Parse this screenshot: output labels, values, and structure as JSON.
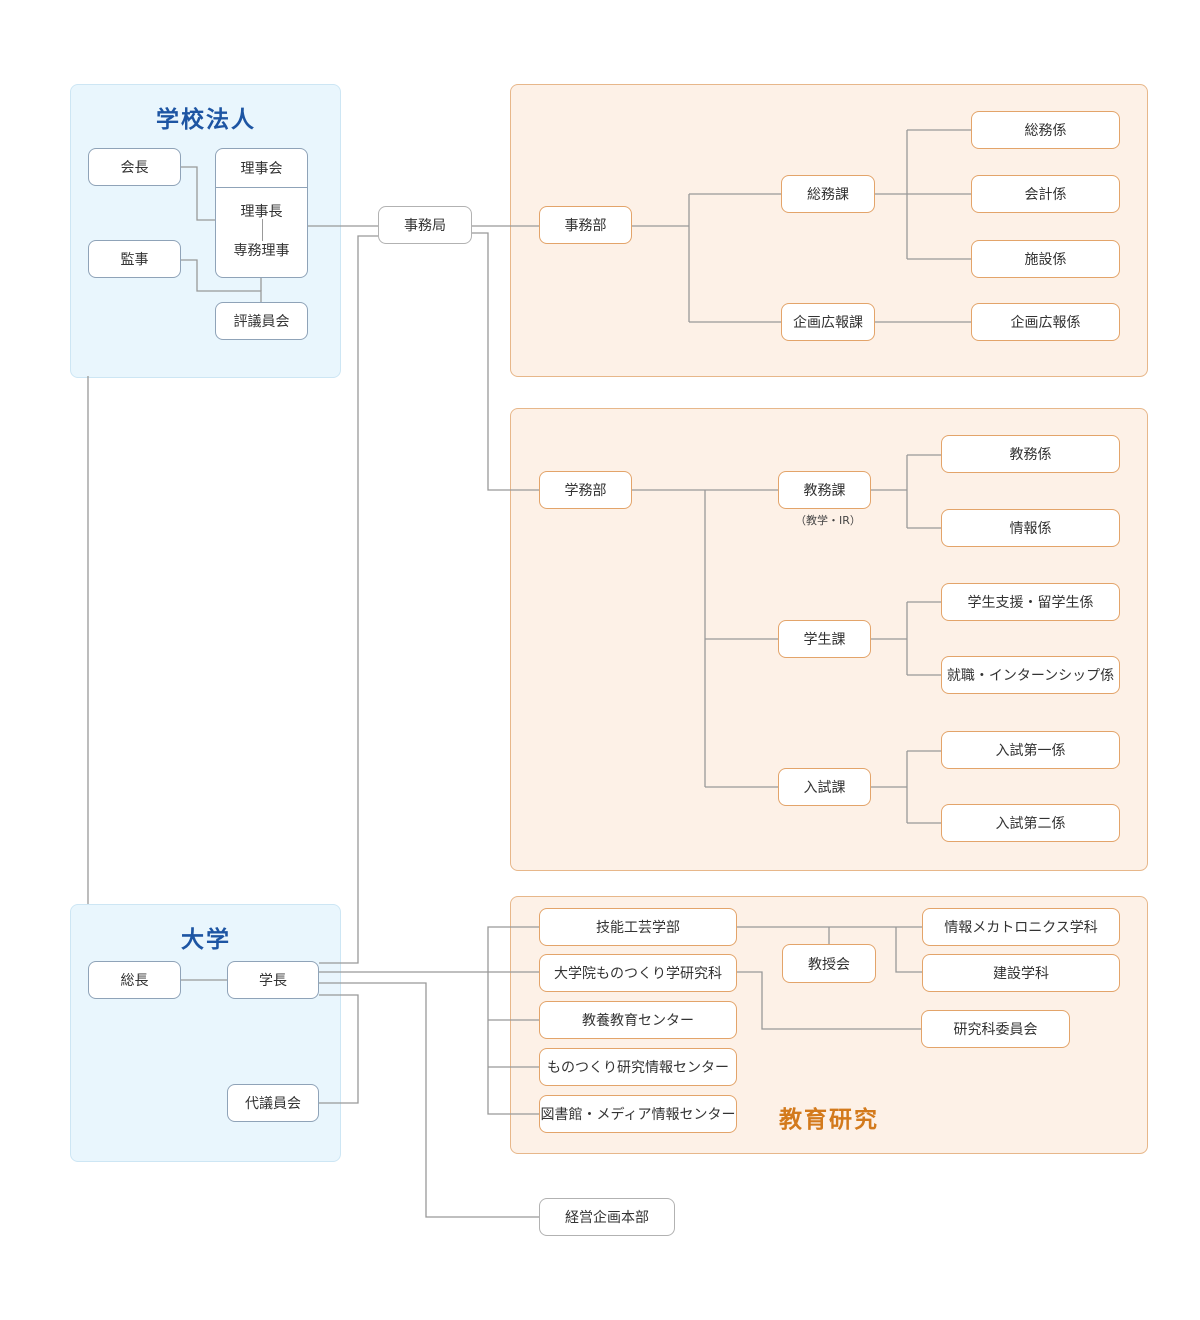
{
  "corporation": {
    "title": "学校法人",
    "chairman": "会長",
    "board": "理事会",
    "board_chair": "理事長",
    "executive_director": "専務理事",
    "auditor": "監事",
    "councillors": "評議員会"
  },
  "secretariat": "事務局",
  "general_affairs_dept": {
    "name": "事務部",
    "sections": [
      {
        "name": "総務課",
        "subs": [
          "総務係",
          "会計係",
          "施設係"
        ]
      },
      {
        "name": "企画広報課",
        "subs": [
          "企画広報係"
        ]
      }
    ]
  },
  "academic_affairs_dept": {
    "name": "学務部",
    "sections": [
      {
        "name": "教務課",
        "note": "（教学・IR）",
        "subs": [
          "教務係",
          "情報係"
        ]
      },
      {
        "name": "学生課",
        "subs": [
          "学生支援・留学生係",
          "就職・インターンシップ係"
        ]
      },
      {
        "name": "入試課",
        "subs": [
          "入試第一係",
          "入試第二係"
        ]
      }
    ]
  },
  "university": {
    "title": "大学",
    "president": "総長",
    "dean": "学長",
    "delegates": "代議員会"
  },
  "education_research": {
    "title": "教育研究",
    "units": [
      "技能工芸学部",
      "大学院ものつくり学研究科",
      "教養教育センター",
      "ものつくり研究情報センター",
      "図書館・メディア情報センター"
    ],
    "faculty_council": "教授会",
    "departments": [
      "情報メカトロニクス学科",
      "建設学科"
    ],
    "graduate_committee": "研究科委員会"
  },
  "management_planning": "経営企画本部",
  "colors": {
    "corp_panel": "#e9f6fd",
    "admin_panel": "#fdf1e7",
    "corp_title": "#1d55a3",
    "edu_title": "#d37a1c",
    "connector": "#999999"
  }
}
